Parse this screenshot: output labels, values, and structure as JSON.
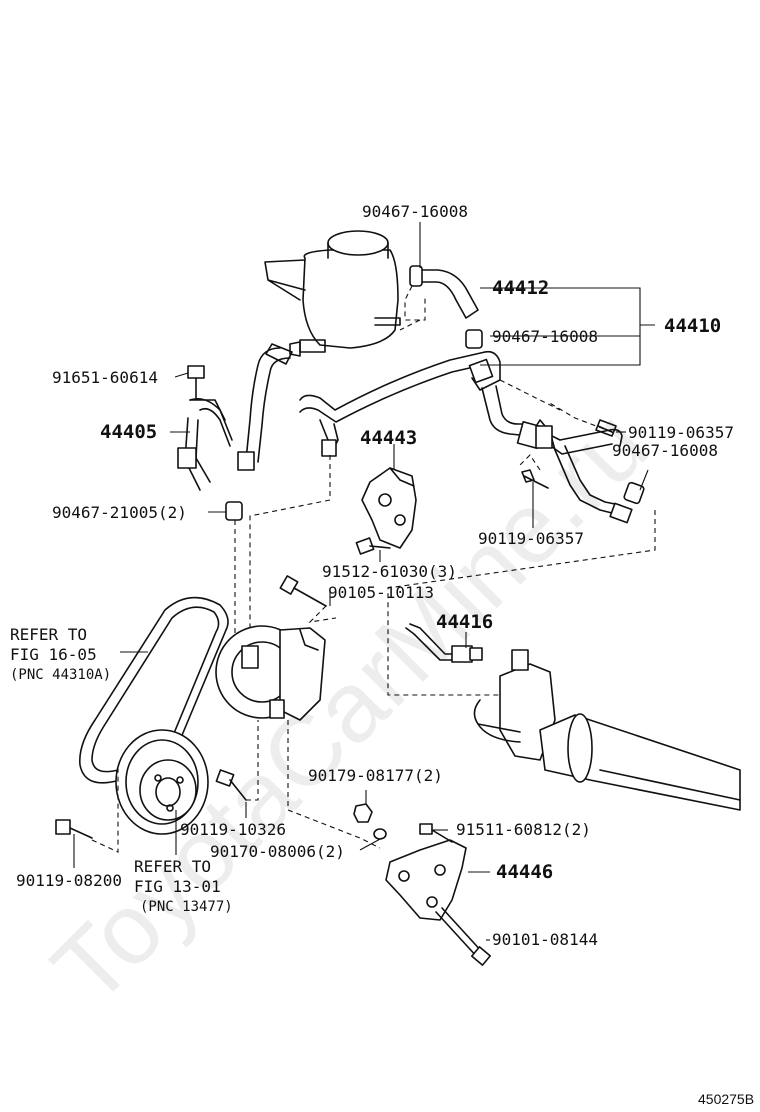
{
  "watermark": "ToyotaCarMine.ru",
  "figure_id": "450275B",
  "labels": {
    "clamp_top": "90467-16008",
    "hose_44412": "44412",
    "clamp_mid": "90467-16008",
    "assy_44410": "44410",
    "bolt_91651": "91651-60614",
    "hose_44405": "44405",
    "clamp_21005": "90467-21005(2)",
    "bracket_44443": "44443",
    "bolt_06357_a": "90119-06357",
    "clamp_right": "90467-16008",
    "bolt_06357_b": "90119-06357",
    "bolt_91512": "91512-61030(3)",
    "bolt_90105": "90105-10113",
    "refer1_line1": "REFER TO",
    "refer1_line2": "FIG 16-05",
    "refer1_line3": "(PNC 44310A)",
    "tube_44416": "44416",
    "nut_90179": "90179-08177(2)",
    "bolt_10326": "90119-10326",
    "bolt_91511": "91511-60812(2)",
    "washer_90170": "90170-08006(2)",
    "bracket_44446": "44446",
    "bolt_08200": "90119-08200",
    "refer2_line1": "REFER TO",
    "refer2_line2": "FIG 13-01",
    "refer2_line3": "(PNC 13477)",
    "bolt_08144": "90101-08144"
  }
}
